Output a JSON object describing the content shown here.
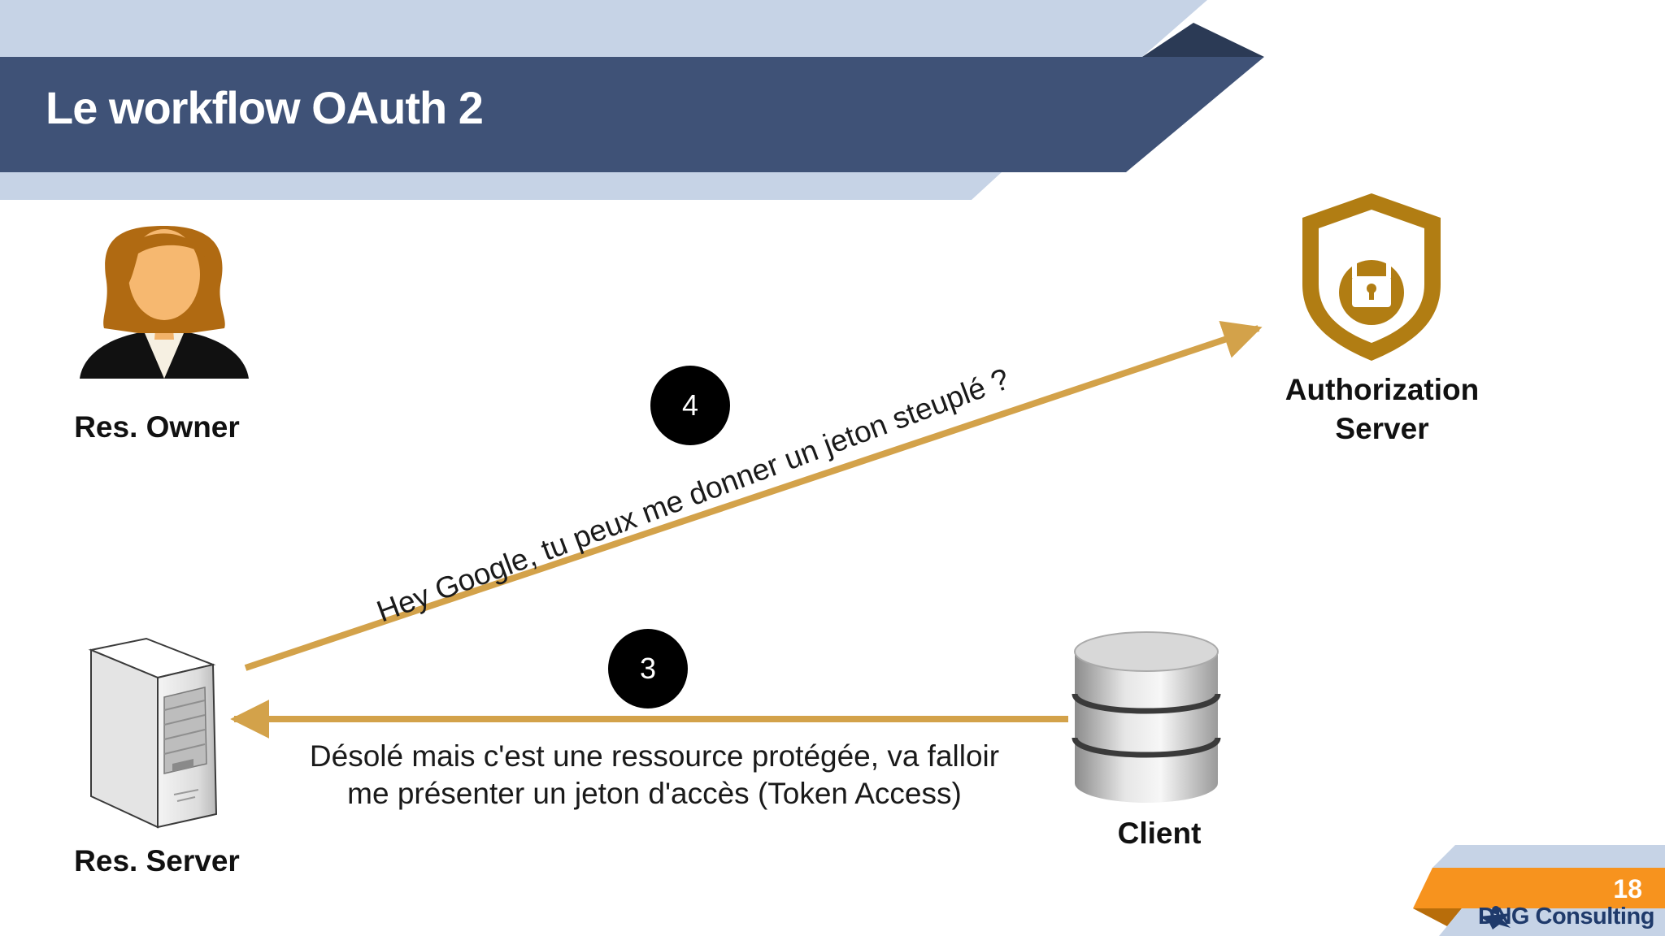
{
  "slide": {
    "title": "Le workflow OAuth 2",
    "page_number": "18",
    "brand": "DNG Consulting"
  },
  "actors": {
    "resource_owner": "Res. Owner",
    "authorization_server_line1": "Authorization",
    "authorization_server_line2": "Server",
    "resource_server": "Res. Server",
    "client": "Client"
  },
  "steps": [
    {
      "number": "4",
      "message": "Hey Google, tu peux me donner un jeton steuplé ?"
    },
    {
      "number": "3",
      "message_line1": "Désolé mais c'est une ressource protégée, va falloir",
      "message_line2": "me présenter un jeton d'accès (Token Access)"
    }
  ],
  "colors": {
    "banner": "#3f5277",
    "banner_light": "#c6d3e6",
    "arrow": "#d3a24a",
    "gold_icon": "#b17d13",
    "accent_orange": "#f7931e"
  }
}
